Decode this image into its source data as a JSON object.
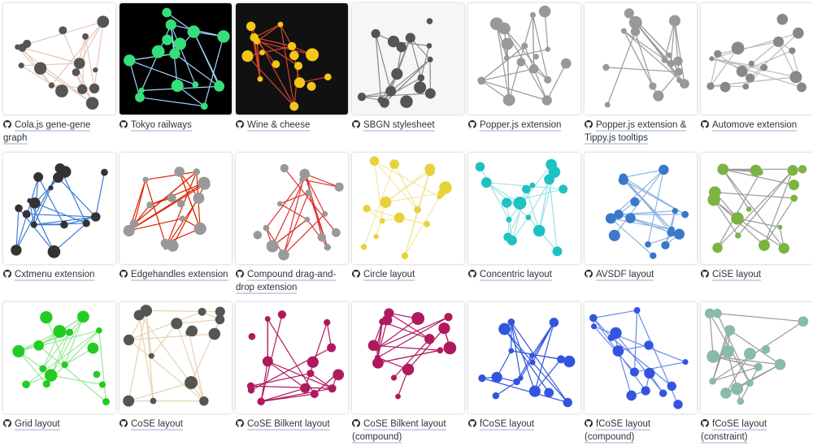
{
  "demos": [
    {
      "title": "Cola.js gene-gene graph",
      "bg": "#ffffff",
      "accent": "#555555",
      "edge": "#e8c8b8"
    },
    {
      "title": "Tokyo railways",
      "bg": "#000000",
      "accent": "#35e07a",
      "edge": "#9ad7ff"
    },
    {
      "title": "Wine & cheese",
      "bg": "#111111",
      "accent": "#f5c518",
      "edge": "#d9432c"
    },
    {
      "title": "SBGN stylesheet",
      "bg": "#f6f6f6",
      "accent": "#555555",
      "edge": "#888888"
    },
    {
      "title": "Popper.js extension",
      "bg": "#ffffff",
      "accent": "#999999",
      "edge": "#999999"
    },
    {
      "title": "Popper.js extension & Tippy.js tooltips",
      "bg": "#ffffff",
      "accent": "#999999",
      "edge": "#999999"
    },
    {
      "title": "Automove extension",
      "bg": "#ffffff",
      "accent": "#888888",
      "edge": "#bbbbbb"
    },
    {
      "title": "Cxtmenu extension",
      "bg": "#ffffff",
      "accent": "#333333",
      "edge": "#3a7bd5"
    },
    {
      "title": "Edgehandles extension",
      "bg": "#ffffff",
      "accent": "#999999",
      "edge": "#dd2200"
    },
    {
      "title": "Compound drag-and-drop extension",
      "bg": "#ffffff",
      "accent": "#999999",
      "edge": "#dd3333"
    },
    {
      "title": "Circle layout",
      "bg": "#ffffff",
      "accent": "#e6d23a",
      "edge": "#f2e9a6"
    },
    {
      "title": "Concentric layout",
      "bg": "#ffffff",
      "accent": "#1fc1c1",
      "edge": "#9ee3e3"
    },
    {
      "title": "AVSDF layout",
      "bg": "#ffffff",
      "accent": "#3a78c8",
      "edge": "#8fb3e0"
    },
    {
      "title": "CiSE layout",
      "bg": "#ffffff",
      "accent": "#7cb342",
      "edge": "#999999"
    },
    {
      "title": "Grid layout",
      "bg": "#ffffff",
      "accent": "#22cc22",
      "edge": "#99e699"
    },
    {
      "title": "CoSE layout",
      "bg": "#ffffff",
      "accent": "#555555",
      "edge": "#e8d2b0"
    },
    {
      "title": "CoSE Bilkent layout",
      "bg": "#ffffff",
      "accent": "#b0195e",
      "edge": "#b0195e"
    },
    {
      "title": "CoSE Bilkent layout (compound)",
      "bg": "#ffffff",
      "accent": "#b0195e",
      "edge": "#b0195e"
    },
    {
      "title": "fCoSE layout",
      "bg": "#ffffff",
      "accent": "#3355dd",
      "edge": "#3355dd"
    },
    {
      "title": "fCoSE layout (compound)",
      "bg": "#ffffff",
      "accent": "#3355dd",
      "edge": "#6688ee"
    },
    {
      "title": "fCoSE layout (constraint)",
      "bg": "#ffffff",
      "accent": "#88bbaa",
      "edge": "#999999"
    }
  ]
}
